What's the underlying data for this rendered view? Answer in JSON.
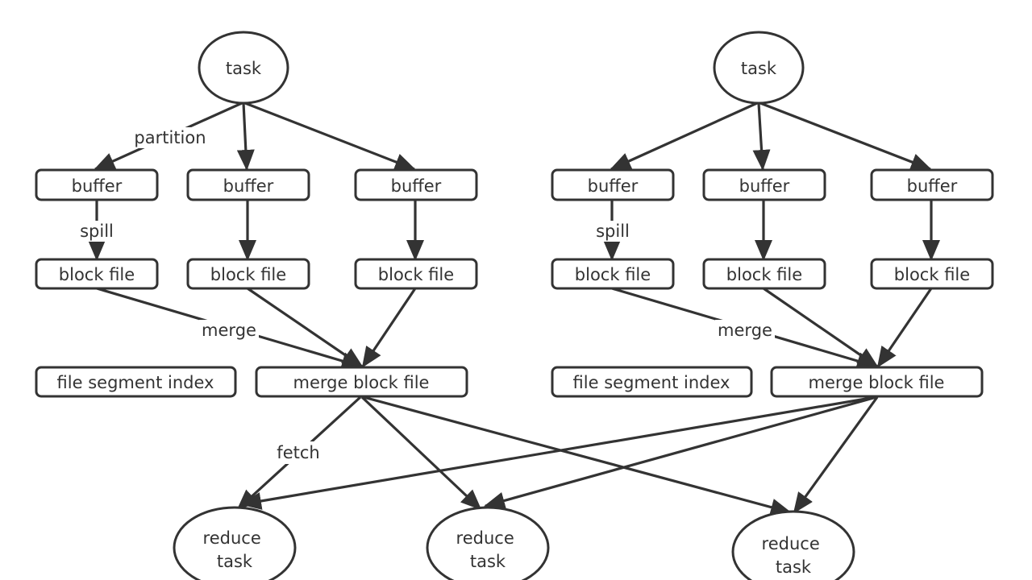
{
  "nodes": {
    "taskLeft": "task",
    "taskRight": "task",
    "bufferL1": "buffer",
    "bufferL2": "buffer",
    "bufferL3": "buffer",
    "bufferR1": "buffer",
    "bufferR2": "buffer",
    "bufferR3": "buffer",
    "blockL1": "block file",
    "blockL2": "block file",
    "blockL3": "block file",
    "blockR1": "block file",
    "blockR2": "block file",
    "blockR3": "block file",
    "indexLeft": "file segment index",
    "indexRight": "file segment index",
    "mergeLeft": "merge block file",
    "mergeRight": "merge block file",
    "reduce1": [
      "reduce",
      "task"
    ],
    "reduce2": [
      "reduce",
      "task"
    ],
    "reduce3": [
      "reduce",
      "task"
    ]
  },
  "labels": {
    "partition": "partition",
    "spillLeft": "spill",
    "spillRight": "spill",
    "mergeLeft": "merge",
    "mergeRight": "merge",
    "fetch": "fetch"
  },
  "colors": {
    "stroke": "#333333",
    "background": "#ffffff"
  }
}
